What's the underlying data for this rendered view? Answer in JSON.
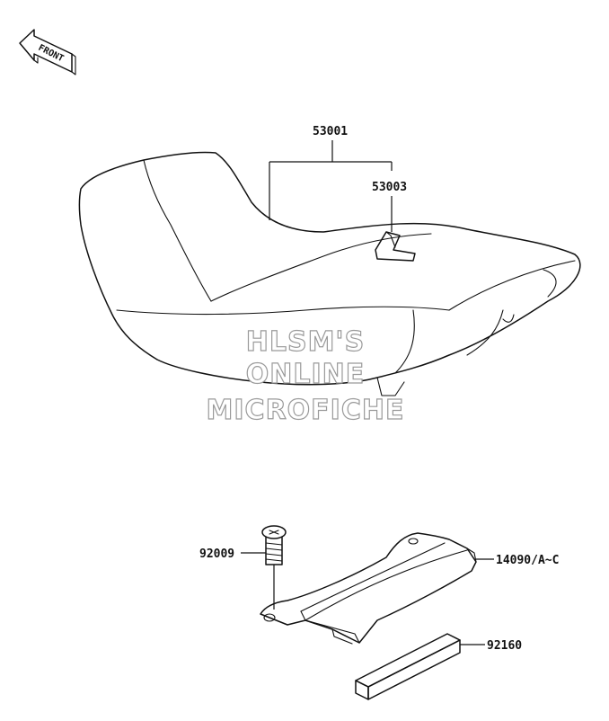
{
  "front_indicator": {
    "label": "FRONT",
    "icon": "front-arrow-icon"
  },
  "callouts": {
    "seat": "53001",
    "strap": "53003",
    "screw": "92009",
    "tray": "14090/A~C",
    "pad": "92160"
  },
  "watermark": [
    "HLSM'S",
    "ONLINE",
    "MICROFICHE"
  ],
  "colors": {
    "ink": "#111111",
    "watermark_outline": "#9a9a9a",
    "background": "#ffffff"
  }
}
